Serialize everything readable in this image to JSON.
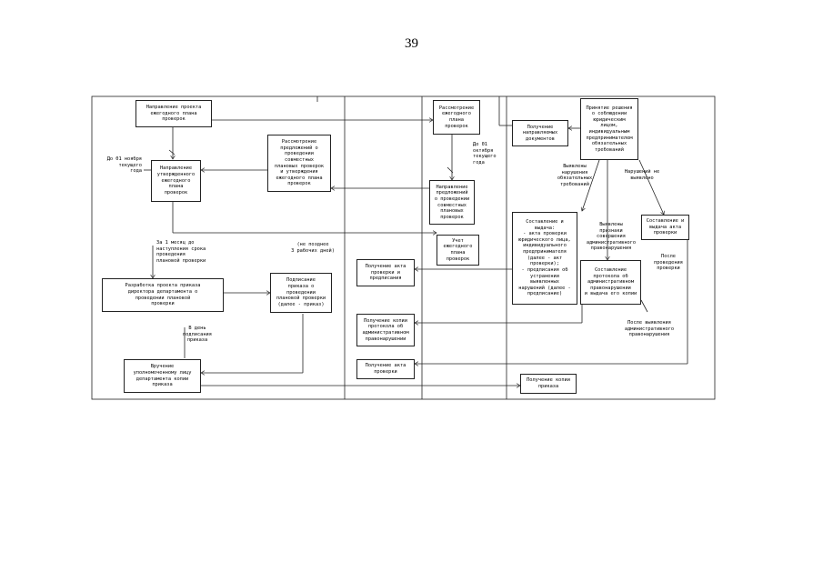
{
  "page": {
    "number": "39"
  },
  "boxes": {
    "b1": "Направление проекта\nежегодного плана\nпроверок",
    "b2": "Направление\nутвержденного\nежегодного\nплана\nпроверок",
    "b3": "Рассмотрение\nпредложений о\nпроведении\nсовместных\nплановых проверок\nи утверждения\nежегодного плана\nпроверок",
    "b4": "Разработка проекта приказа\nдиректора департамента о\nпроведении плановой\nпроверки",
    "b5": "Подписание\nприказа о\nпроведении\nплановой проверки\n(далее - приказ)",
    "b6": "Вручение\nуполномоченному лицу\nдепартамента копии\nприказа",
    "b7": "Рассмотрение\nежегодного\nплана\nпроверок",
    "b8": "Направление\nпредложений\nо проведении\nсовместных\nплановых\nпроверок",
    "b9": "Учет\nежегодного\nплана\nпроверок",
    "b10": "Получение\nнаправляемых\nдокументов",
    "b11": "Принятие решения\nо соблюдении\nюридическим\nлицом,\nиндивидуальным\nпредпринимателем\nобязательных\nтребований",
    "b12": "Составление и\nвыдача:\n- акта проверки\nюридического лица,\nиндивидуального\nпредпринимателя\n(далее - акт\nпроверки);\n- предписания об\nустранении\nвыявленных\nнарушений (далее -\nпредписание)",
    "b13": "Составление\nпротокола об\nадминистративном\nправонарушении\nи выдача его копии",
    "b14": "Составление и\nвыдача акта\nпроверки",
    "b15": "Получение акта\nпроверки и\nпредписания",
    "b16": "Получение копии\nпротокола об\nадминистративном\nправонарушении",
    "b17": "Получение акта\nпроверки",
    "b18": "Получение копии\nприказа"
  },
  "notes": {
    "n1": "До 01 ноября\nтекущего\nгода",
    "n2": "За 1 месяц до\nнаступления срока\nпроведения\nплановой проверки",
    "n3": "(не позднее\n3 рабочих дней)",
    "n4": "В день\nподписания\nприказа",
    "n5": "До 01\nоктября\nтекущего\nгода",
    "n6": "Выявлены\nнарушения\nобязательных\nтребований",
    "n7": "Нарушений не\nвыявлено",
    "n8": "Выявлены\nпризнаки\nсовершения\nадминистративного\nправонарушения",
    "n9": "После\nпроведения\nпроверки",
    "n10": "После выявления\nадминистративного\nправонарушения",
    "n11": ""
  }
}
